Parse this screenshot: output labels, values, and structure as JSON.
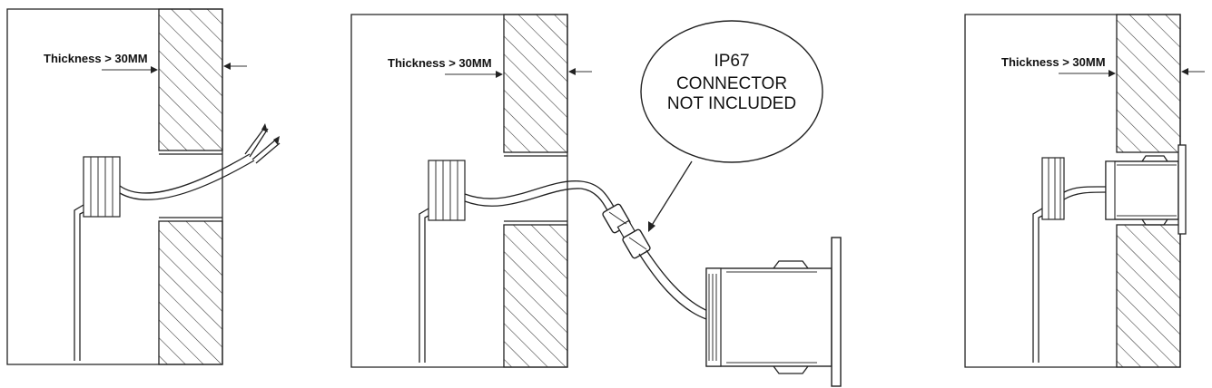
{
  "panels": [
    {
      "thickness_label": "Thickness > 30MM"
    },
    {
      "thickness_label": "Thickness > 30MM"
    },
    {
      "thickness_label": "Thickness > 30MM"
    }
  ],
  "callout": {
    "line1": "IP67",
    "line2": "CONNECTOR",
    "line3": "NOT INCLUDED"
  }
}
